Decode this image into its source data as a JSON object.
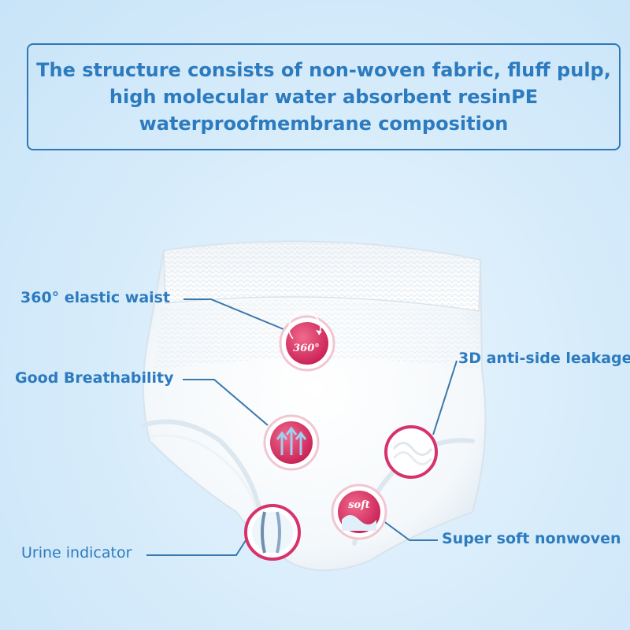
{
  "header": {
    "lines": [
      "The structure consists of non-woven fabric, fluff pulp,",
      "high molecular water absorbent resinPE",
      "waterproofmembrane composition"
    ]
  },
  "callouts": {
    "elastic_waist": "360° elastic waist",
    "breathability": "Good Breathability",
    "urine_indicator": "Urine indicator",
    "anti_leak": "3D anti-side leakage",
    "soft_nonwoven": "Super soft nonwoven"
  },
  "badges": {
    "elastic_text": "360°",
    "soft_text": "soft"
  },
  "colors": {
    "accent": "#2d7bbf",
    "badge_ring": "#d6336c",
    "line": "#3a78ad"
  }
}
